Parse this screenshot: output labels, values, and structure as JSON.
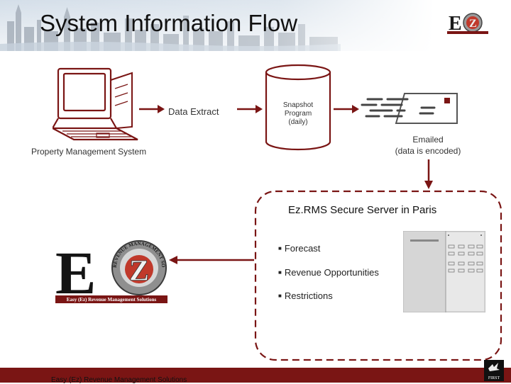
{
  "title": "System Information Flow",
  "pms_label": "Property Management System",
  "data_extract_label": "Data Extract",
  "snapshot_label": [
    "Snapshot",
    "Program",
    "(daily)"
  ],
  "emailed_label": [
    "Emailed",
    "(data is encoded)"
  ],
  "server_title": "Ez.RMS Secure Server in Paris",
  "features": [
    "Forecast",
    "Revenue Opportunities",
    "Restrictions"
  ],
  "logo": {
    "tagline": "Easy (Ez) Revenue Management Solutions",
    "seal_text": "REVENUE MANAGEMENT SOLUTIONS",
    "letters": "EZ"
  },
  "footer_text": "Easy (Ez) Revenue Management Solutions",
  "corner_logo_text": "FIRST",
  "colors": {
    "brand": "#7a1514",
    "accent_red": "#b4432c",
    "arrow": "#7a1514",
    "dash": "#7a1514"
  }
}
